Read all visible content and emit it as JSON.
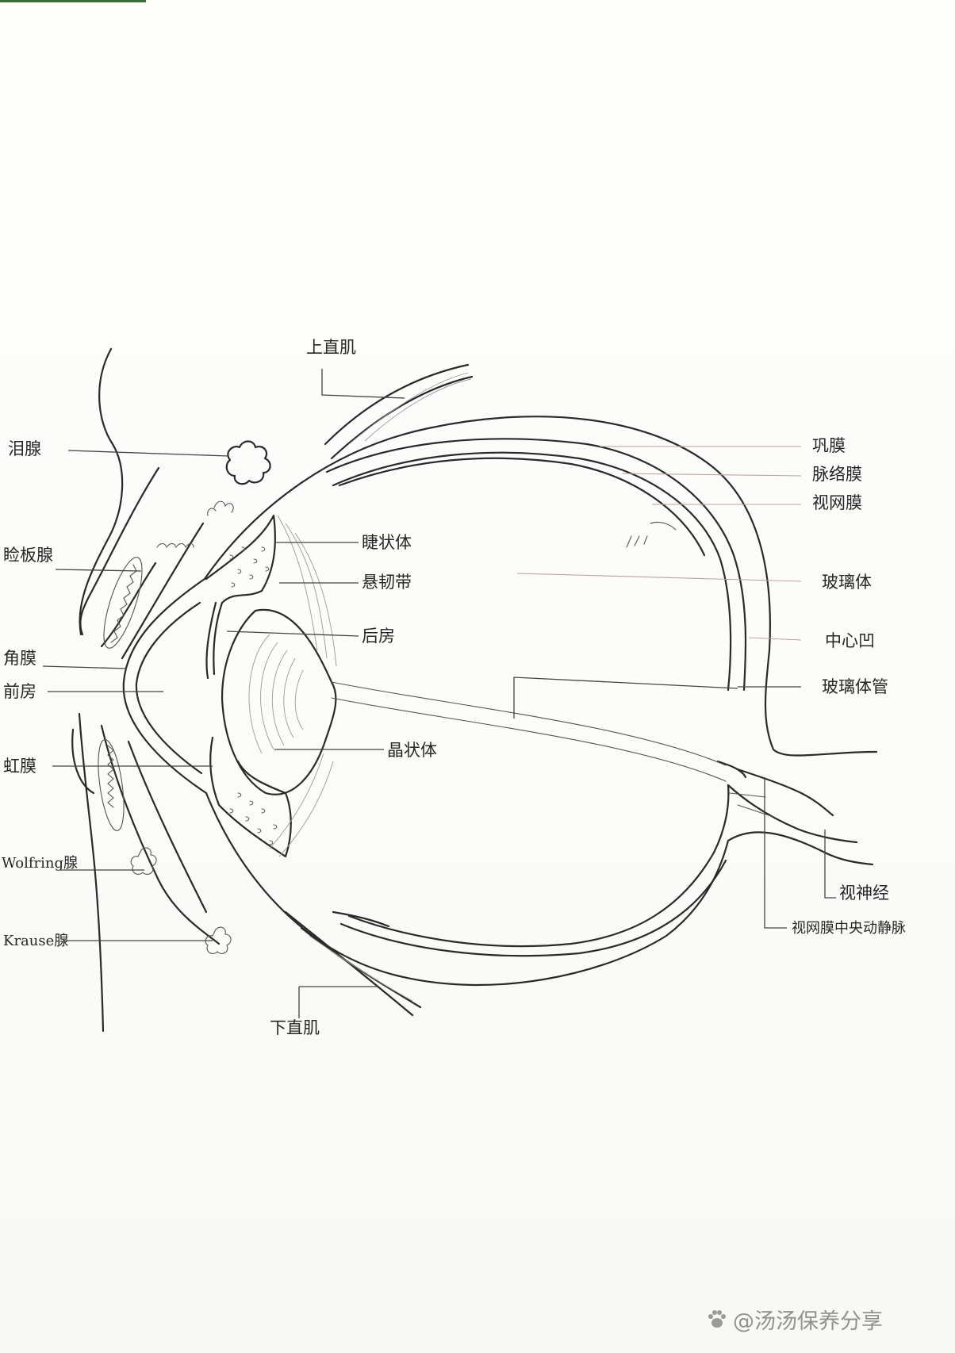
{
  "labels": {
    "superior_rectus": "上直肌",
    "lacrimal_gland": "泪腺",
    "tarsal_gland": "睑板腺",
    "cornea": "角膜",
    "anterior_chamber": "前房",
    "iris": "虹膜",
    "wolfring_gland": "Wolfring腺",
    "krause_gland": "Krause腺",
    "ciliary_body": "睫状体",
    "zonule": "悬韧带",
    "posterior_chamber": "后房",
    "lens": "晶状体",
    "sclera": "巩膜",
    "choroid": "脉络膜",
    "retina": "视网膜",
    "vitreous_body": "玻璃体",
    "fovea": "中心凹",
    "hyaloid_canal": "玻璃体管",
    "optic_nerve": "视神经",
    "central_retinal_artery_vein": "视网膜中央动静脉",
    "inferior_rectus": "下直肌"
  },
  "watermark": {
    "icon": "paw-icon",
    "text": "@汤汤保养分享"
  },
  "colors": {
    "ink": "#2a2a2a",
    "paper": "#fdfdfb",
    "edge_accent": "#3a6e3a"
  }
}
